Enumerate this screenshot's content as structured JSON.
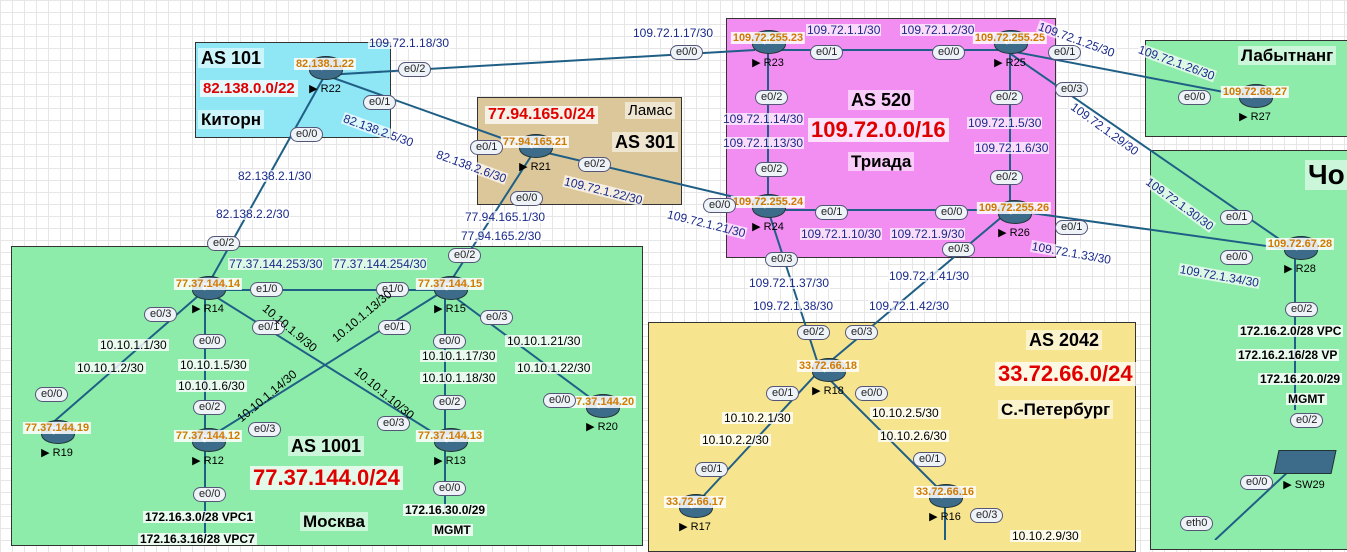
{
  "areas": {
    "as101": {
      "as": "AS 101",
      "net": "82.138.0.0/22",
      "city": "Киторн",
      "color": "#8fe6f5"
    },
    "as301": {
      "as": "AS 301",
      "net": "77.94.165.0/24",
      "city": "Ламас",
      "color": "#dcc79a"
    },
    "as520": {
      "as": "AS 520",
      "net": "109.72.0.0/16",
      "city": "Триада",
      "color": "#f28ef2"
    },
    "as1001": {
      "as": "AS 1001",
      "net": "77.37.144.0/24",
      "city": "Москва",
      "color": "#8eecaa"
    },
    "as2042": {
      "as": "AS 2042",
      "net": "33.72.66.0/24",
      "city": "С.-Петербург",
      "color": "#f6e48e"
    },
    "labyt": {
      "city": "Лабытнанг",
      "color": "#8eecaa"
    },
    "chop": {
      "city": "Чо",
      "color": "#8eecaa"
    }
  },
  "routers": {
    "r22": {
      "ip": "82.138.1.22",
      "name": "R22"
    },
    "r21": {
      "ip": "77.94.165.21",
      "name": "R21"
    },
    "r23": {
      "ip": "109.72.255.23",
      "name": "R23"
    },
    "r25": {
      "ip": "109.72.255.25",
      "name": "R25"
    },
    "r24": {
      "ip": "109.72.255.24",
      "name": "R24"
    },
    "r26": {
      "ip": "109.72.255.26",
      "name": "R26"
    },
    "r27": {
      "ip": "109.72.68.27",
      "name": "R27"
    },
    "r28": {
      "ip": "109.72.67.28",
      "name": "R28"
    },
    "r14": {
      "ip": "77.37.144.14",
      "name": "R14"
    },
    "r15": {
      "ip": "77.37.144.15",
      "name": "R15"
    },
    "r19": {
      "ip": "77.37.144.19",
      "name": "R19"
    },
    "r12": {
      "ip": "77.37.144.12",
      "name": "R12"
    },
    "r13": {
      "ip": "77.37.144.13",
      "name": "R13"
    },
    "r20": {
      "ip": "77.37.144.20",
      "name": "R20"
    },
    "r18": {
      "ip": "33.72.66.18",
      "name": "R18"
    },
    "r17": {
      "ip": "33.72.66.17",
      "name": "R17"
    },
    "r16": {
      "ip": "33.72.66.16",
      "name": "R16"
    },
    "sw29": {
      "name": "SW29"
    }
  },
  "links": [
    "109.72.1.18/30",
    "109.72.1.17/30",
    "109.72.1.1/30",
    "109.72.1.2/30",
    "109.72.1.25/30",
    "109.72.1.26/30",
    "82.138.2.5/30",
    "82.138.2.6/30",
    "109.72.1.14/30",
    "109.72.1.13/30",
    "109.72.1.5/30",
    "109.72.1.6/30",
    "109.72.1.29/30",
    "109.72.1.22/30",
    "109.72.1.21/30",
    "82.138.2.1/30",
    "82.138.2.2/30",
    "77.94.165.1/30",
    "77.94.165.2/30",
    "109.72.1.10/30",
    "109.72.1.9/30",
    "109.72.1.30/30",
    "109.72.1.33/30",
    "109.72.1.34/30",
    "77.37.144.253/30",
    "77.37.144.254/30",
    "109.72.1.41/30",
    "109.72.1.37/30",
    "109.72.1.38/30",
    "109.72.1.42/30",
    "10.10.1.9/30",
    "10.10.1.13/30",
    "10.10.1.1/30",
    "10.10.1.2/30",
    "10.10.1.5/30",
    "10.10.1.6/30",
    "10.10.1.17/30",
    "10.10.1.18/30",
    "10.10.1.21/30",
    "10.10.1.22/30",
    "10.10.1.14/30",
    "10.10.1.10/30",
    "10.10.2.1/30",
    "10.10.2.2/30",
    "10.10.2.5/30",
    "10.10.2.6/30",
    "10.10.2.9/30"
  ],
  "interfaces": {
    "e00": "e0/0",
    "e01": "e0/1",
    "e02": "e0/2",
    "e03": "e0/3",
    "e10": "e1/0",
    "eth0": "eth0"
  },
  "notes": {
    "vpc1": "172.16.3.0/28 VPC1",
    "vpc7": "172.16.3.16/28 VPC7",
    "mgmt13": "172.16.30.0/29",
    "mgmt13b": "MGMT",
    "r28net1": "172.16.2.0/28 VPC",
    "r28net2": "172.16.2.16/28 VP",
    "r28net3": "172.16.20.0/29",
    "r28mgmt": "MGMT"
  }
}
